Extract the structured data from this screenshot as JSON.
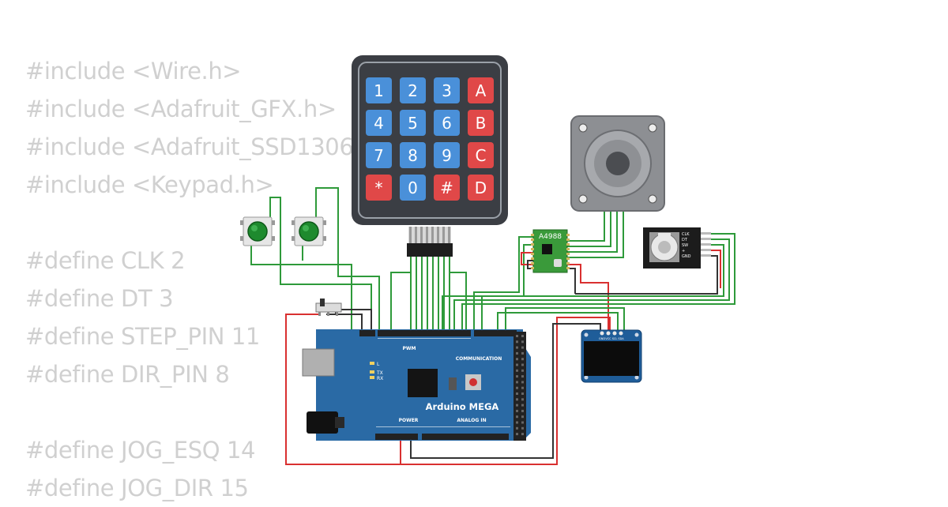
{
  "code": {
    "lines": [
      "#include <Wire.h>",
      "#include <Adafruit_GFX.h>",
      "#include <Adafruit_SSD1306.h>",
      "#include <Keypad.h>",
      "",
      "#define CLK 2",
      "#define DT 3",
      "#define STEP_PIN 11",
      "#define DIR_PIN 8",
      "",
      "#define JOG_ESQ 14",
      "#define JOG_DIR 15"
    ]
  },
  "keypad": {
    "keys": [
      "1",
      "2",
      "3",
      "A",
      "4",
      "5",
      "6",
      "B",
      "7",
      "8",
      "9",
      "C",
      "*",
      "0",
      "#",
      "D"
    ],
    "digit_color": "#4a90d9",
    "letter_color": "#e04848"
  },
  "arduino": {
    "title": "Arduino MEGA",
    "communication_label": "COMMUNICATION",
    "power_label": "POWER",
    "analog_label": "ANALOG IN",
    "pwm_label": "PWM",
    "led_labels": [
      "L",
      "TX",
      "RX"
    ],
    "board_color": "#2a6aa5"
  },
  "driver": {
    "label": "A4988",
    "color": "#3a9a3a"
  },
  "encoder": {
    "pins": [
      "CLK",
      "DT",
      "SW",
      "+",
      "GND"
    ]
  },
  "oled": {
    "pins": [
      "GND",
      "VCC",
      "SCL",
      "SDA"
    ]
  },
  "wires": {
    "green": "#2e9a3a",
    "red": "#d93030",
    "black": "#333333"
  }
}
